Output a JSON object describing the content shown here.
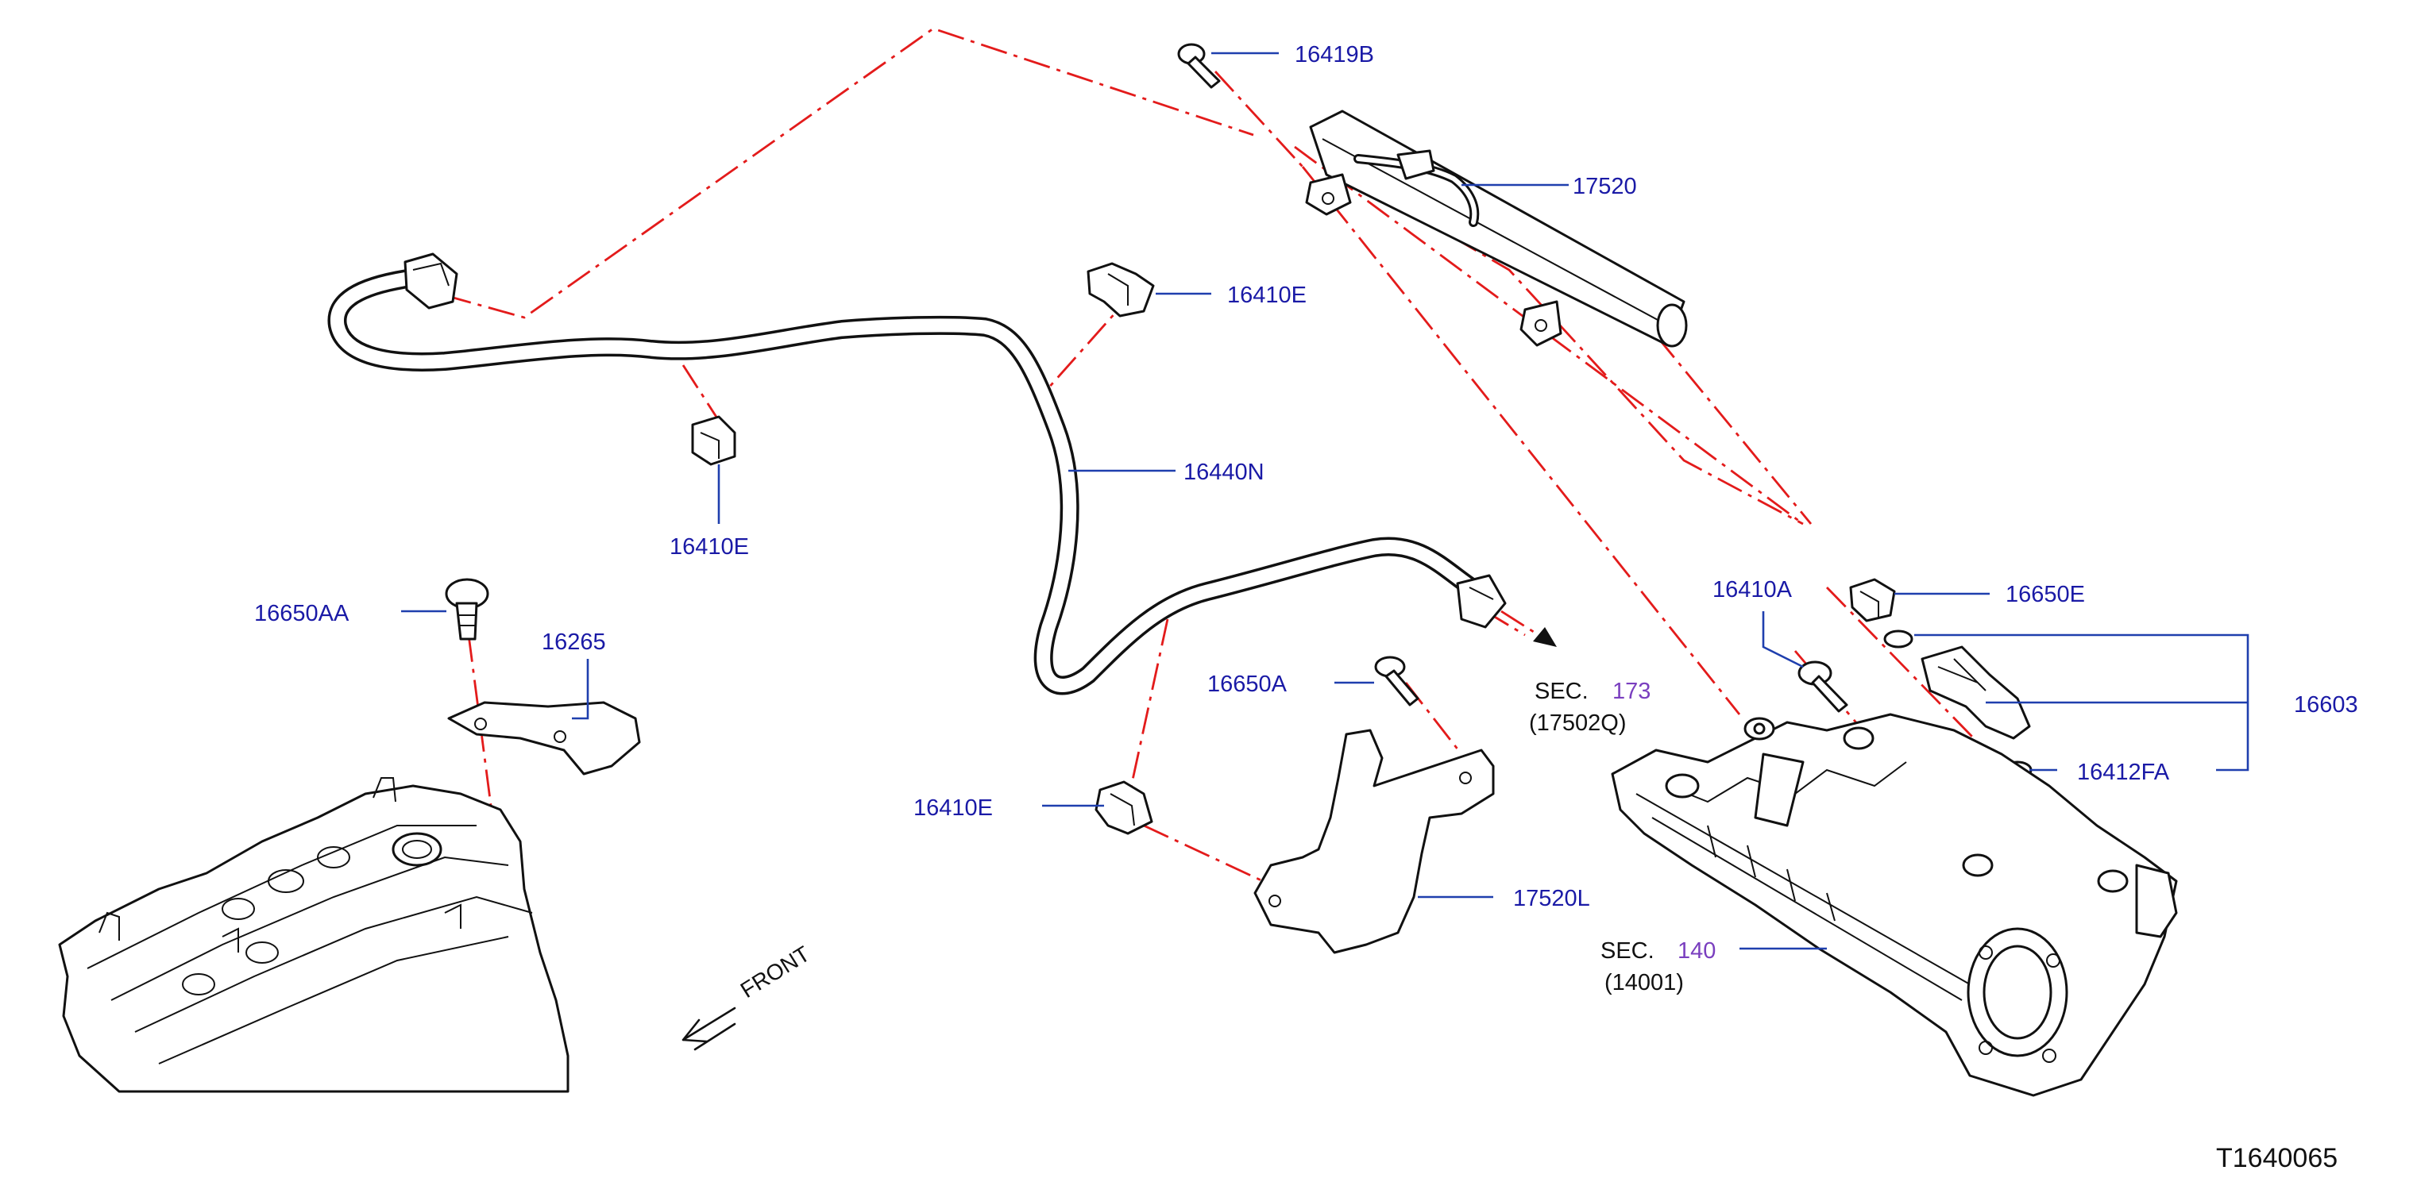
{
  "labels": {
    "p16419B": "16419B",
    "p17520": "17520",
    "p16410E_top": "16410E",
    "p16440N": "16440N",
    "p16410E_left": "16410E",
    "p16650AA": "16650AA",
    "p16265": "16265",
    "p16410A": "16410A",
    "p16650E": "16650E",
    "p16603": "16603",
    "p16412FA": "16412FA",
    "p16650A": "16650A",
    "p16410E_bottom": "16410E",
    "p17520L": "17520L",
    "sec173_prefix": "SEC.",
    "sec173_num": "173",
    "sec173_code": "(17502Q)",
    "sec140_prefix": "SEC.",
    "sec140_num": "140",
    "sec140_code": "(14001)",
    "front": "FRONT",
    "figure_code": "T1640065"
  },
  "colors": {
    "part_label": "#1a1aa6",
    "leader_line": "#1f3fae",
    "dash_line": "#e31b1b",
    "section_number": "#7a3fbf",
    "ink": "#111111"
  }
}
